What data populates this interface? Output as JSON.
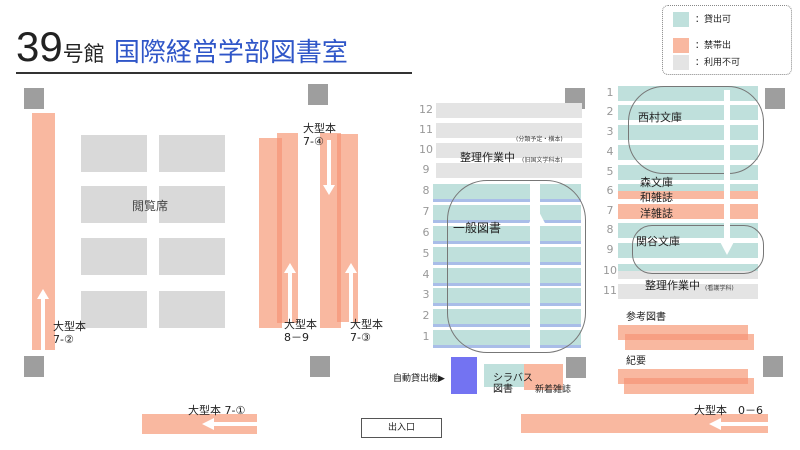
{
  "title": {
    "number": "39",
    "building": "号館",
    "name": "国際経営学部図書室"
  },
  "legend": {
    "items": [
      {
        "label": "：貸出可",
        "color": "#bfe0dc"
      },
      {
        "label": "：禁帯出",
        "color": "#f9b8a0"
      },
      {
        "label": "：利用不可",
        "color": "#e4e4e4"
      }
    ]
  },
  "reading_area": {
    "label": "閲覧席"
  },
  "large_books": {
    "b7_2": {
      "line1": "大型本",
      "line2": "7-②"
    },
    "b7_4": {
      "line1": "大型本",
      "line2": "7-④"
    },
    "b8_9": {
      "line1": "大型本",
      "line2": "8－9"
    },
    "b7_3": {
      "line1": "大型本",
      "line2": "7-③"
    },
    "b7_1": "大型本 7-①",
    "b0_6": "大型本　0－6"
  },
  "center_stacks": {
    "numbers": [
      "12",
      "11",
      "10",
      "9",
      "8",
      "7",
      "6",
      "5",
      "4",
      "3",
      "2",
      "1"
    ],
    "label": "一般図書",
    "processing_label": "整理作業中",
    "processing_note": "(旧国文学科本)",
    "planned_note": "(分類予定・横本)"
  },
  "right_stacks": {
    "numbers": [
      "1",
      "2",
      "3",
      "4",
      "5",
      "6",
      "7",
      "8",
      "9",
      "10",
      "11"
    ],
    "nishimura": "西村文庫",
    "mori": "森文庫",
    "jp_magazines": "和雑誌",
    "foreign_magazines": "洋雑誌",
    "sekiya": "関谷文庫",
    "processing_label": "整理作業中",
    "processing_note": "(看護学科)"
  },
  "reference": "参考図書",
  "bulletins": "紀要",
  "self_checkout": "自動貸出機▶",
  "syllabus": {
    "line1": "シラバス",
    "line2": "図書"
  },
  "new_magazines": "新着雑誌",
  "entrance": "出入口",
  "colors": {
    "salmon": "#f9b8a0",
    "teal": "#bfe0dc",
    "gray": "#e4e4e4",
    "title_blue": "#2f56c8",
    "checkout": "#7373f2"
  }
}
